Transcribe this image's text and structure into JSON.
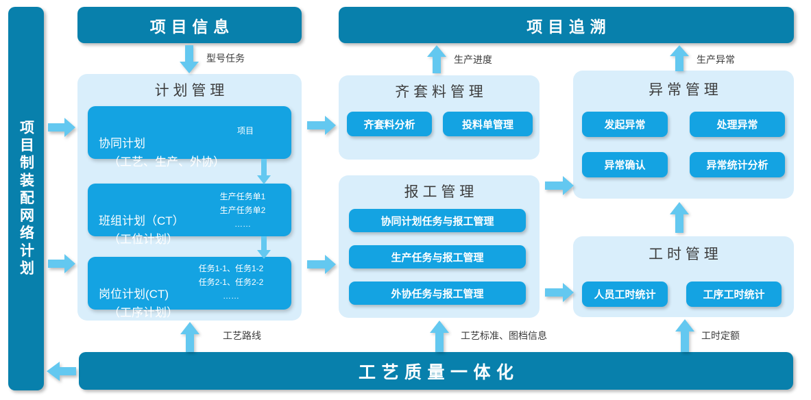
{
  "left_bar": {
    "label": "项目制装配网络计划"
  },
  "top_bars": [
    {
      "id": "project-info",
      "label": "项目信息"
    },
    {
      "id": "project-trace",
      "label": "项目追溯"
    }
  ],
  "bottom_bar": {
    "label": "工艺质量一体化"
  },
  "panels": {
    "plan": {
      "title": "计划管理",
      "cards": [
        {
          "line1": "协同计划",
          "line2": "（工艺、生产、外协）",
          "note": "项目"
        },
        {
          "line1": "班组计划（CT）",
          "line2": "（工位计划）",
          "note": "生产任务单1\n生产任务单2\n……"
        },
        {
          "line1": "岗位计划(CT)",
          "line2": "（工序计划）",
          "note": "任务1-1、任务1-2\n任务2-1、任务2-2\n……"
        }
      ]
    },
    "kitting": {
      "title": "齐套料管理",
      "chips": [
        "齐套料分析",
        "投料单管理"
      ]
    },
    "reporting": {
      "title": "报工管理",
      "chips": [
        "协同计划任务与报工管理",
        "生产任务与报工管理",
        "外协任务与报工管理"
      ]
    },
    "exception": {
      "title": "异常管理",
      "chips": [
        "发起异常",
        "处理异常",
        "异常确认",
        "异常统计分析"
      ]
    },
    "manhour": {
      "title": "工时管理",
      "chips": [
        "人员工时统计",
        "工序工时统计"
      ]
    }
  },
  "edge_labels": [
    {
      "id": "model-task",
      "text": "型号任务"
    },
    {
      "id": "production-progress",
      "text": "生产进度"
    },
    {
      "id": "production-exception",
      "text": "生产异常"
    },
    {
      "id": "process-route",
      "text": "工艺路线"
    },
    {
      "id": "process-standard-doc",
      "text": "工艺标准、图档信息"
    },
    {
      "id": "manhour-quota",
      "text": "工时定额"
    }
  ],
  "colors": {
    "dark_blue": "#0880ac",
    "mid_blue": "#14a3e2",
    "light_panel": "#d9eefb",
    "arrow_blue": "#63c8f0",
    "text_dark": "#3c3c3c"
  }
}
